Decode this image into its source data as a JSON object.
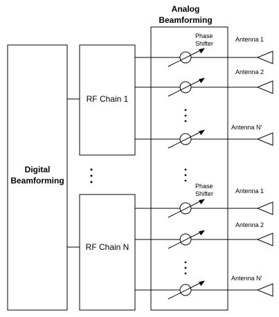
{
  "analog_block": {
    "title_line1": "Analog",
    "title_line2": "Beamforming"
  },
  "digital_block": {
    "title_line1": "Digital",
    "title_line2": "Beamforming"
  },
  "rf_chains": [
    {
      "label": "RF Chain 1"
    },
    {
      "label": "RF Chain N"
    }
  ],
  "phase_shifter_label": {
    "line1": "Phase",
    "line2": "Shifter"
  },
  "groups": [
    {
      "antennas": [
        "Antenna 1",
        "Antenna 2",
        "Antenna N'"
      ]
    },
    {
      "antennas": [
        "Antenna 1",
        "Antenna 2",
        "Antenna N'"
      ]
    }
  ]
}
